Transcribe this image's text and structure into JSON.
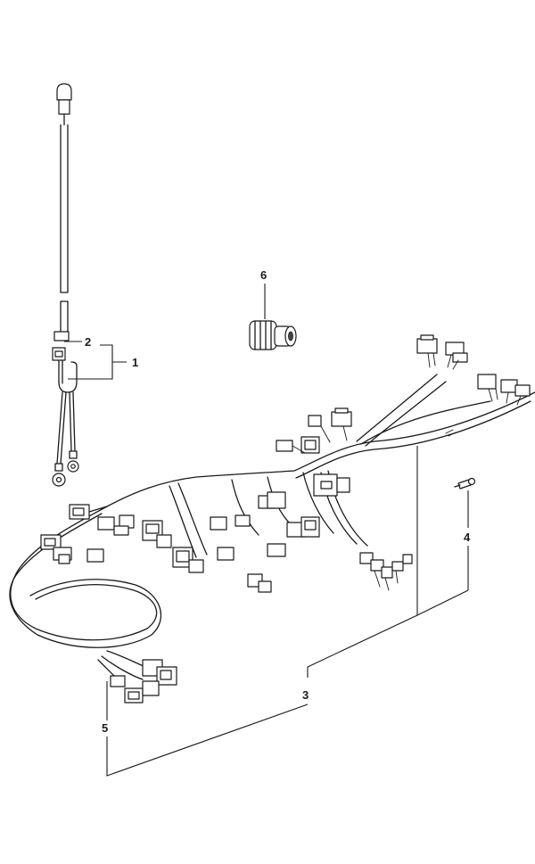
{
  "callouts": [
    {
      "id": "1",
      "text": "1"
    },
    {
      "id": "2",
      "text": "2"
    },
    {
      "id": "3",
      "text": "3"
    },
    {
      "id": "4",
      "text": "4"
    },
    {
      "id": "5",
      "text": "5"
    },
    {
      "id": "6",
      "text": "6"
    }
  ],
  "colors": {
    "line": "#1a1a1a",
    "background": "#ffffff"
  }
}
